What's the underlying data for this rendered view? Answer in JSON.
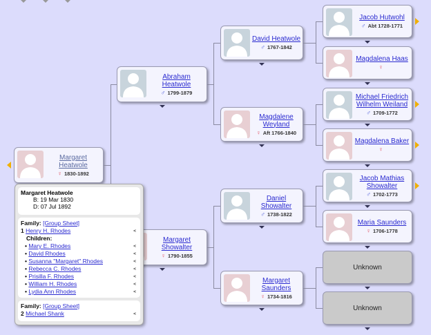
{
  "people": [
    {
      "id": "margaret-heatwole",
      "name": "Margaret Heatwole",
      "sex": "f",
      "dates": "1830-1892",
      "root": true
    },
    {
      "id": "abraham-heatwole",
      "name": "Abraham Heatwole",
      "sex": "m",
      "dates": "1799-1879"
    },
    {
      "id": "margaret-showalter",
      "name": "Margaret Showalter",
      "sex": "f",
      "dates": "1790-1855"
    },
    {
      "id": "david-heatwole",
      "name": "David Heatwole",
      "sex": "m",
      "dates": "1767-1842"
    },
    {
      "id": "magdalene-weyland",
      "name": "Magdalene Weyland",
      "sex": "f",
      "dates": "Aft 1766-1840"
    },
    {
      "id": "daniel-showalter",
      "name": "Daniel Showalter",
      "sex": "m",
      "dates": "1738-1822"
    },
    {
      "id": "margaret-saunders",
      "name": "Margaret Saunders",
      "sex": "f",
      "dates": "1734-1816"
    },
    {
      "id": "jacob-hutwohl",
      "name": "Jacob Hutwohl",
      "sex": "m",
      "dates": "Abt 1728-1771"
    },
    {
      "id": "magdalena-haas",
      "name": "Magdalena Haas",
      "sex": "f",
      "dates": ""
    },
    {
      "id": "michael-weiland",
      "name": "Michael Friedrich Wilhelm Weiland",
      "sex": "m",
      "dates": "1709-1772"
    },
    {
      "id": "magdalena-baker",
      "name": "Magdalena Baker",
      "sex": "f",
      "dates": ""
    },
    {
      "id": "jacob-showalter",
      "name": "Jacob Mathias Showalter",
      "sex": "m",
      "dates": "1702-1773"
    },
    {
      "id": "maria-saunders",
      "name": "Maria Saunders",
      "sex": "f",
      "dates": "1706-1778"
    }
  ],
  "unknown_label": "Unknown",
  "popup": {
    "name": "Margaret Heatwole",
    "birth": "B: 19 Mar 1830",
    "death": "D: 07 Jul 1892",
    "family_label": "Family:",
    "group_sheet": "[Group Sheet]",
    "children_label": "Children:",
    "families": [
      {
        "num": "1",
        "spouse": "Henry H. Rhodes",
        "children": [
          "Mary E. Rhodes",
          "David Rhodes",
          "Susanna \"Margaret\" Rhodes",
          "Rebecca C. Rhodes",
          "Prisilla F. Rhodes",
          "William H. Rhodes",
          "Lydia Ann Rhodes"
        ]
      },
      {
        "num": "2",
        "spouse": "Michael Shank",
        "children": []
      }
    ]
  }
}
